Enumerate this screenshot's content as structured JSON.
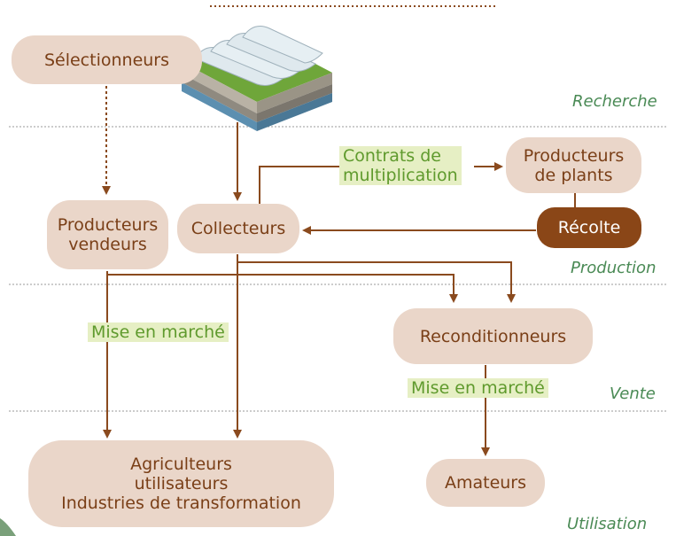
{
  "nodes": {
    "selectionneurs": "Sélectionneurs",
    "producteurs_vendeurs": [
      "Producteurs",
      "vendeurs"
    ],
    "collecteurs": "Collecteurs",
    "producteurs_plants": [
      "Producteurs",
      "de plants"
    ],
    "recolte": "Récolte",
    "reconditionneurs": "Reconditionneurs",
    "agriculteurs": [
      "Agriculteurs",
      "utilisateurs",
      "Industries de transformation"
    ],
    "amateurs": "Amateurs"
  },
  "labels": {
    "contrats": [
      "Contrats de",
      "multiplication"
    ],
    "mise_en_marche_left": "Mise en marché",
    "mise_en_marche_right": "Mise en marché"
  },
  "stages": [
    "Recherche",
    "Production",
    "Vente",
    "Utilisation"
  ],
  "colors": {
    "node_fill": "#ead6c9",
    "node_text": "#7a3f17",
    "arrow": "#8a4a1e",
    "label_fill": "#e6efc4",
    "label_text": "#5f9a2d",
    "stage_text": "#4a8a55",
    "divider": "#9a9a9a"
  }
}
